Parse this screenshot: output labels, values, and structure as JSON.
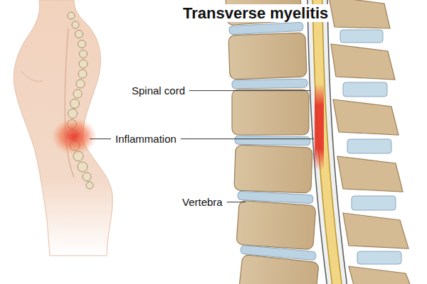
{
  "diagram": {
    "title": "Transverse myelitis",
    "labels": [
      "Spinal cord",
      "Inflammation",
      "Vertebra"
    ]
  }
}
